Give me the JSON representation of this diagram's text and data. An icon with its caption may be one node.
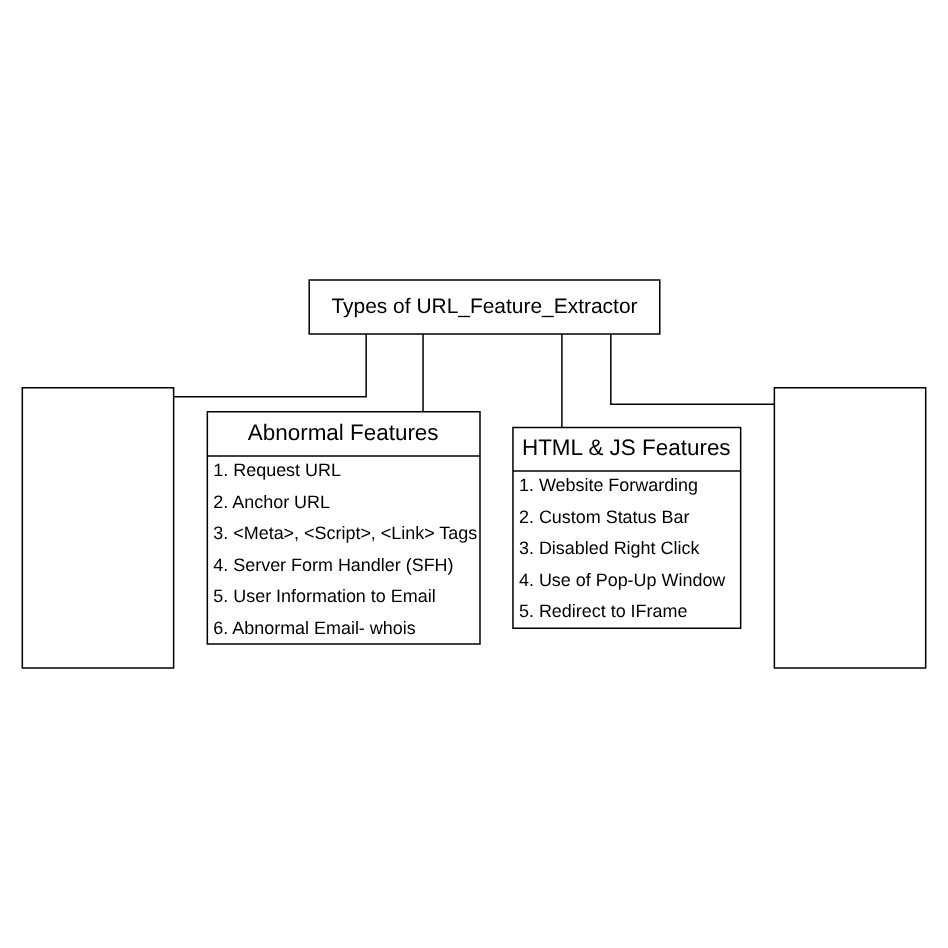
{
  "diagram": {
    "nodes": [
      {
        "text": [
          "Types of URL_Feature_Extractor"
        ]
      },
      {
        "text": [],
        "shape": "box"
      },
      {
        "text": [
          "Abnormal Features",
          "1. Request URL",
          "2. Anchor URL",
          "3. <Meta>, <Script>, <Link> Tags",
          "4. Server Form Handler (SFH)",
          "5. User Information to Email",
          "6. Abnormal Email- whois"
        ]
      },
      {
        "text": [
          "HTML & JS Features",
          "1. Website Forwarding",
          "2. Custom Status Bar",
          "3. Disabled Right Click",
          "4. Use of Pop-Up Window",
          "5. Redirect to IFrame"
        ]
      },
      {
        "text": [],
        "shape": "box"
      }
    ],
    "edges": [
      {
        "from": 0,
        "to": 1,
        "arrow": "none"
      },
      {
        "from": 0,
        "to": 2,
        "arrow": "none"
      },
      {
        "from": 0,
        "to": 3,
        "arrow": "none"
      },
      {
        "from": 0,
        "to": 4,
        "arrow": "none"
      }
    ]
  }
}
